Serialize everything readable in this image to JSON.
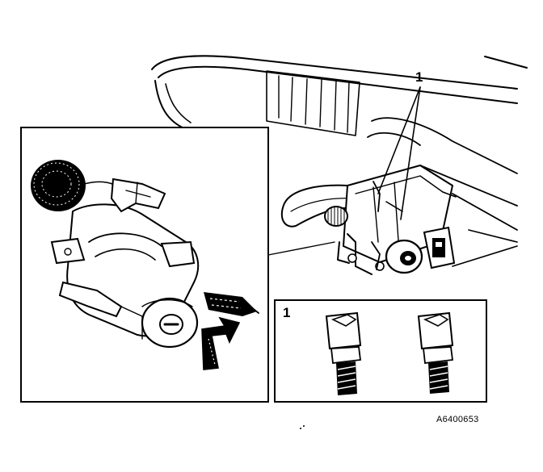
{
  "callouts": {
    "main": "1",
    "inset": "1"
  },
  "figure_id": "A6400653"
}
